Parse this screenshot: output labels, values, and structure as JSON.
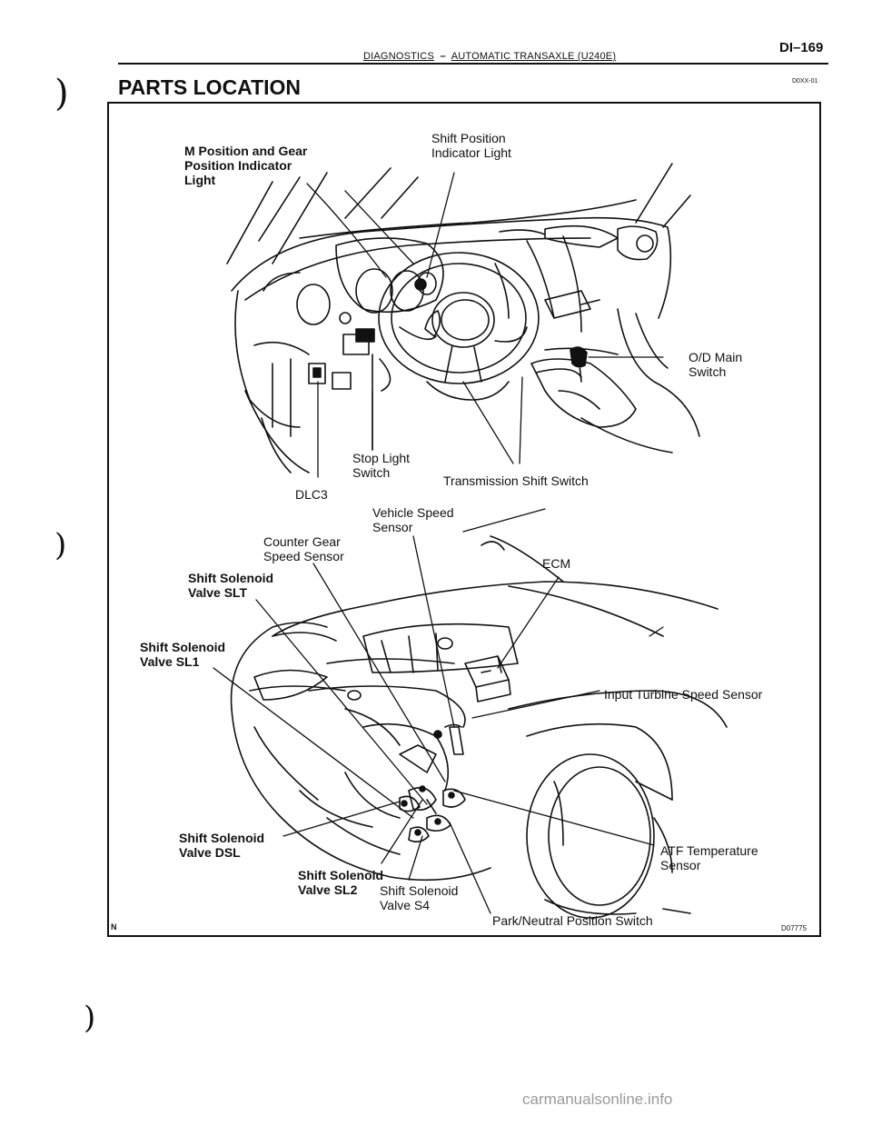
{
  "header": {
    "section": "DIAGNOSTICS",
    "separator": "–",
    "subsection": "AUTOMATIC TRANSAXLE (U240E)",
    "page_number": "DI–169"
  },
  "title": "PARTS LOCATION",
  "doc_code": "D0XX-01",
  "figure_id": "D07775",
  "corner_mark": "N",
  "labels": {
    "m_position": "M Position and Gear\nPosition Indicator\nLight",
    "shift_pos_light": "Shift Position\nIndicator Light",
    "od_main": "O/D Main\nSwitch",
    "stop_light": "Stop Light\nSwitch",
    "trans_shift": "Transmission Shift Switch",
    "dlc3": "DLC3",
    "vehicle_speed": "Vehicle Speed\nSensor",
    "counter_gear": "Counter Gear\nSpeed Sensor",
    "ecm": "ECM",
    "slt": "Shift Solenoid\nValve SLT",
    "sl1": "Shift Solenoid\nValve SL1",
    "input_turbine": "Input Turbine Speed Sensor",
    "dsl": "Shift Solenoid\nValve DSL",
    "atf_temp": "ATF Temperature\nSensor",
    "sl2": "Shift Solenoid\nValve SL2",
    "s4": "Shift Solenoid\nValve S4",
    "park_neutral": "Park/Neutral Position Switch"
  },
  "footer": "carmanualsonline.info"
}
